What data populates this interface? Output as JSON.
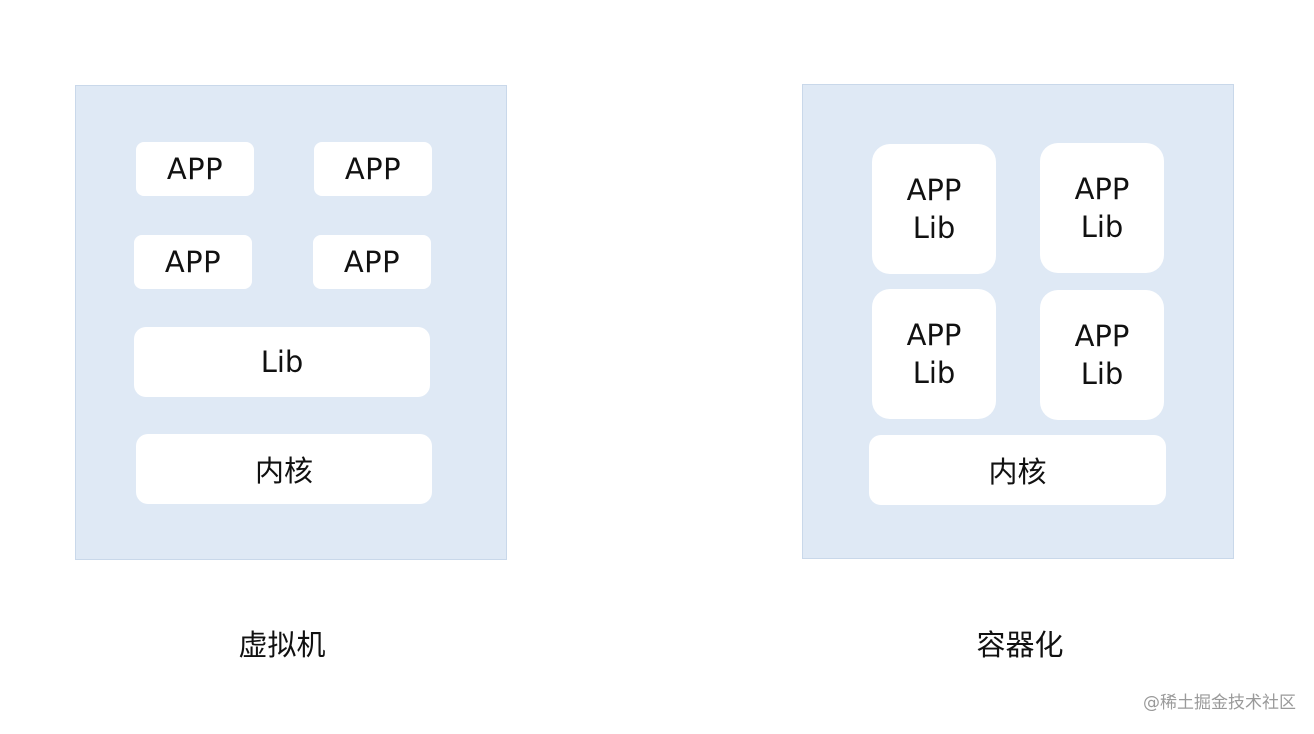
{
  "vm": {
    "apps": [
      "APP",
      "APP",
      "APP",
      "APP"
    ],
    "lib": "Lib",
    "kernel": "内核",
    "caption": "虚拟机"
  },
  "container": {
    "tiles": [
      {
        "app": "APP",
        "lib": "Lib"
      },
      {
        "app": "APP",
        "lib": "Lib"
      },
      {
        "app": "APP",
        "lib": "Lib"
      },
      {
        "app": "APP",
        "lib": "Lib"
      }
    ],
    "kernel": "内核",
    "caption": "容器化"
  },
  "watermark": "@稀土掘金技术社区",
  "colors": {
    "panel": "#dfe9f5",
    "box": "#ffffff"
  }
}
